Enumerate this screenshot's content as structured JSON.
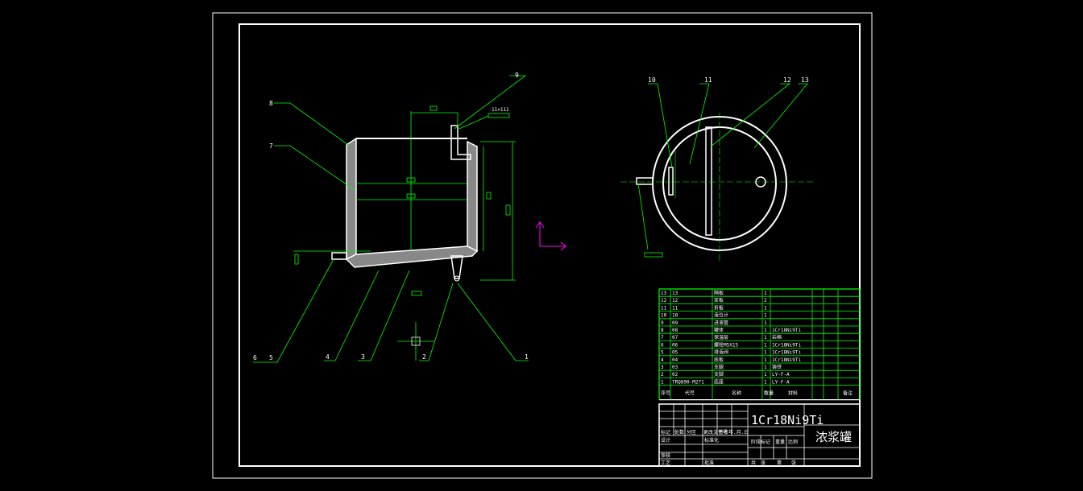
{
  "drawing": {
    "balloons": [
      "1",
      "2",
      "3",
      "4",
      "5",
      "6",
      "7",
      "8",
      "9",
      "10",
      "11",
      "12",
      "13"
    ],
    "dimension_notes": [
      "11×111"
    ],
    "material": "1Cr18Ni9Ti",
    "title_name": "浓浆罐"
  },
  "bom": {
    "rows": [
      {
        "no": "13",
        "code": "13",
        "name": "隔板",
        "qty": "1",
        "mat": ""
      },
      {
        "no": "12",
        "code": "12",
        "name": "浆板",
        "qty": "2",
        "mat": ""
      },
      {
        "no": "11",
        "code": "11",
        "name": "折板",
        "qty": "1",
        "mat": ""
      },
      {
        "no": "10",
        "code": "10",
        "name": "液位计",
        "qty": "1",
        "mat": ""
      },
      {
        "no": "9",
        "code": "09",
        "name": "进液管",
        "qty": "1",
        "mat": ""
      },
      {
        "no": "8",
        "code": "08",
        "name": "罐体",
        "qty": "1",
        "mat": "1Cr18Ni9Ti"
      },
      {
        "no": "7",
        "code": "07",
        "name": "保温层",
        "qty": "1",
        "mat": "岩棉"
      },
      {
        "no": "6",
        "code": "06",
        "name": "螺栓M5X15",
        "qty": "1",
        "mat": "1Cr18Ni9Ti"
      },
      {
        "no": "5",
        "code": "05",
        "name": "排液阀",
        "qty": "1",
        "mat": "1Cr18Ni9Ti"
      },
      {
        "no": "4",
        "code": "04",
        "name": "底板",
        "qty": "1",
        "mat": "1Cr18Ni9Ti"
      },
      {
        "no": "3",
        "code": "03",
        "name": "支腿",
        "qty": "1",
        "mat": "铸铁"
      },
      {
        "no": "2",
        "code": "02",
        "name": "支脚",
        "qty": "1",
        "mat": "LY-F-A"
      },
      {
        "no": "1",
        "code": "TRQ890-M271",
        "name": "底座",
        "qty": "1",
        "mat": "LY-F-A"
      }
    ],
    "headers": {
      "no": "序号",
      "code": "代号",
      "name": "名称",
      "qty": "数量",
      "mat": "材料",
      "note": "备注"
    }
  },
  "title_block": {
    "row1": [
      "标记",
      "处数",
      "分区",
      "更改文件号",
      "签名",
      "年.月.日"
    ],
    "row2": [
      "设计",
      "",
      "标准化"
    ],
    "row3": [
      "审核"
    ],
    "row4": [
      "工艺",
      "",
      "批准"
    ],
    "stage": [
      "阶段标记",
      "重量",
      "比例"
    ],
    "sheet": [
      "共",
      "张",
      "第",
      "张"
    ]
  },
  "colors": {
    "frame": "#ffffff",
    "leader": "#00ff00",
    "part": "#ffffff",
    "ucs": "#ff00ff"
  }
}
